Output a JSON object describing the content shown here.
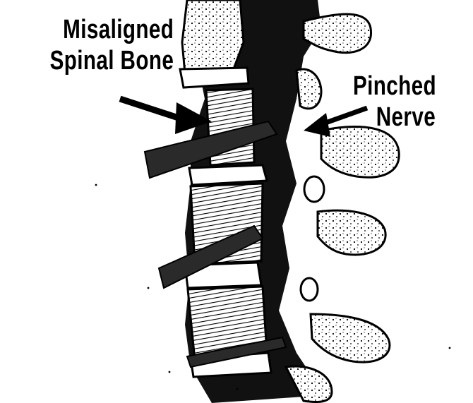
{
  "labels": {
    "misaligned_line1": "Misaligned",
    "misaligned_line2": "Spinal Bone",
    "pinched_line1": "Pinched",
    "pinched_line2": "Nerve"
  },
  "colors": {
    "ink": "#000000",
    "bone": "#ffffff",
    "shade": "#1a1a1a"
  }
}
